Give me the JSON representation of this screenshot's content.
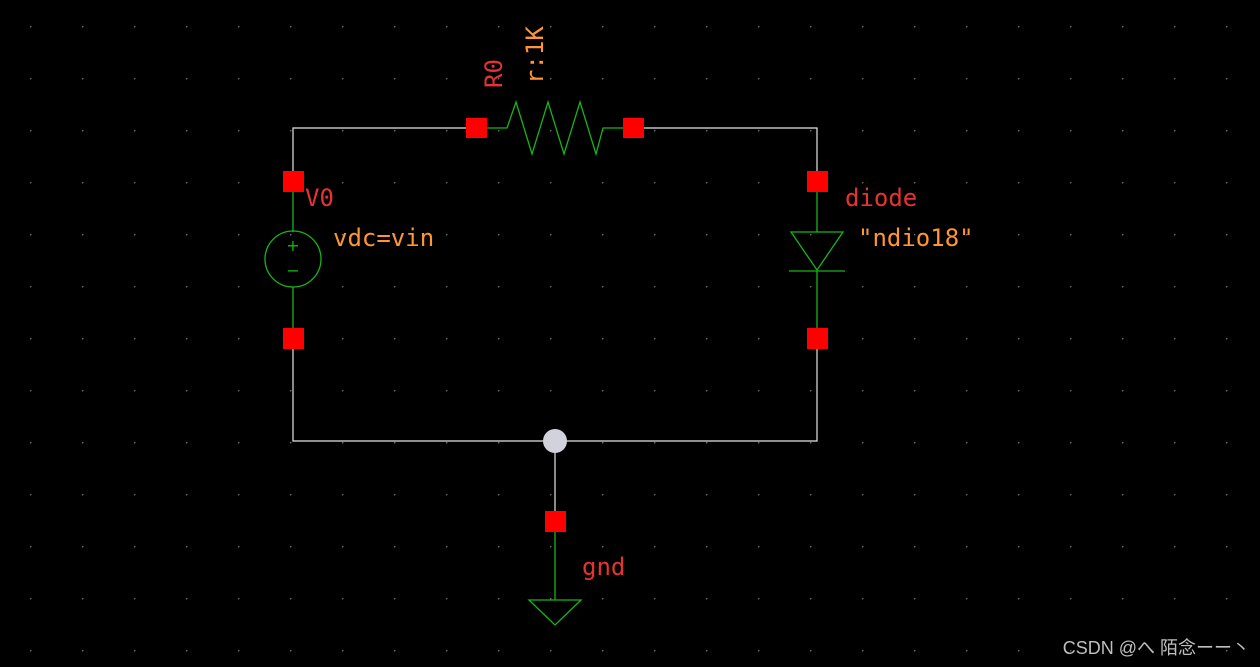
{
  "schematic": {
    "resistor": {
      "instance": "R0",
      "param": "r:1K"
    },
    "source": {
      "instance": "V0",
      "param": "vdc=vin",
      "plus_glyph": "+",
      "minus_glyph": "−"
    },
    "diode": {
      "instance": "diode",
      "param": "\"ndio18\""
    },
    "ground": {
      "label": "gnd"
    }
  },
  "watermark": "CSDN @へ 陌念ーー丶",
  "colors": {
    "background": "#000000",
    "wire": "#e6e6e6",
    "device": "#18b418",
    "pin": "#ff0000",
    "instance_label": "#e63232",
    "param_label": "#ff9632",
    "grid_dot": "#6e6e6e",
    "junction": "#d2d2dc"
  }
}
